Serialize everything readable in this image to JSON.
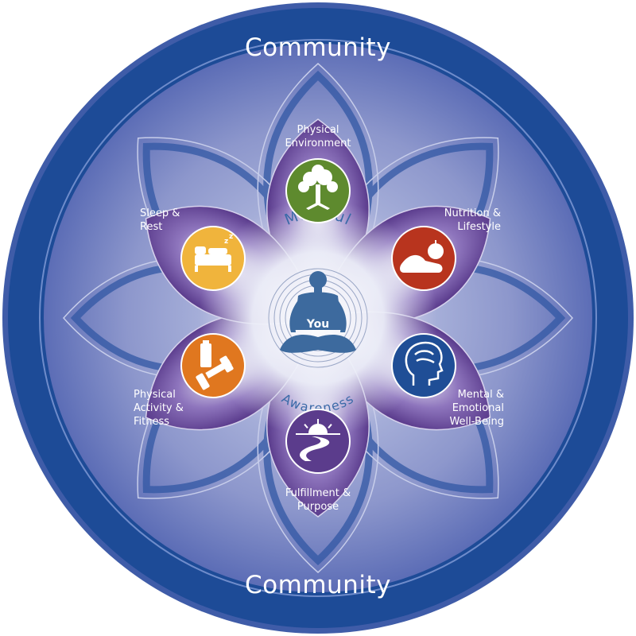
{
  "outer_labels": {
    "top": "Community",
    "bottom": "Community"
  },
  "center": {
    "arc_top": "Mindful",
    "arc_bottom": "Awareness",
    "figure_label": "You",
    "figure_icon": "meditating-person-icon"
  },
  "domains": [
    {
      "label_lines": [
        "Physical",
        "Environment"
      ],
      "icon": "tree-icon",
      "color": "#5e8a2e"
    },
    {
      "label_lines": [
        "Nutrition &",
        "Lifestyle"
      ],
      "icon": "shoe-apple-icon",
      "color": "#b8341e"
    },
    {
      "label_lines": [
        "Mental &",
        "Emotional",
        "Well-Being"
      ],
      "icon": "brain-head-icon",
      "color": "#1f4e96"
    },
    {
      "label_lines": [
        "Fulfillment &",
        "Purpose"
      ],
      "icon": "sunrise-path-icon",
      "color": "#5b3c8c"
    },
    {
      "label_lines": [
        "Physical",
        "Activity &",
        "Fitness"
      ],
      "icon": "dumbbell-bottle-icon",
      "color": "#e0771f"
    },
    {
      "label_lines": [
        "Sleep &",
        "Rest"
      ],
      "icon": "bed-icon",
      "color": "#f0b43c"
    }
  ],
  "colors": {
    "outer_ring": "#1d4b97",
    "inner_field": "#3d62b0",
    "petal": "#5d3e8e",
    "center_glow": "#eef0f8",
    "mindful_text": "#3b6aa8"
  }
}
